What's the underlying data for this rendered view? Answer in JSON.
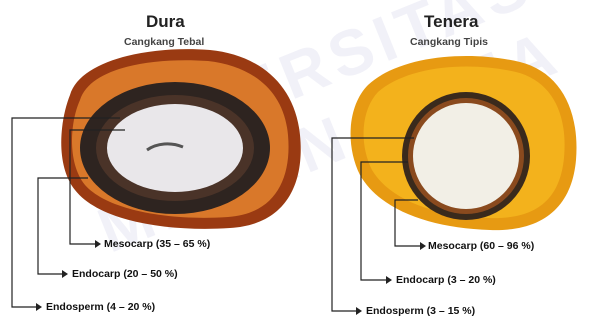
{
  "watermark": "UNIVERSITAS MEDAN AREA",
  "left": {
    "title": "Dura",
    "subtitle": "Cangkang Tebal",
    "labels": {
      "mesocarp": "Mesocarp (35 – 65 %)",
      "endocarp": "Endocarp (20 – 50 %)",
      "endosperm": "Endosperm (4 – 20 %)"
    }
  },
  "right": {
    "title": "Tenera",
    "subtitle": "Cangkang Tipis",
    "labels": {
      "mesocarp": "Mesocarp (60 – 96 %)",
      "endocarp": "Endocarp (3 – 20 %)",
      "endosperm": "Endosperm (3 – 15 %)"
    }
  },
  "colors": {
    "dura_outer": "#9a3a12",
    "dura_mesocarp": "#d9782a",
    "dura_shell": "#2e2420",
    "dura_kernel": "#e9e7ea",
    "tenera_outer": "#e79a12",
    "tenera_mesocarp": "#f3b21c",
    "tenera_shell": "#3a2a1c",
    "tenera_kernel": "#f2efe6"
  }
}
